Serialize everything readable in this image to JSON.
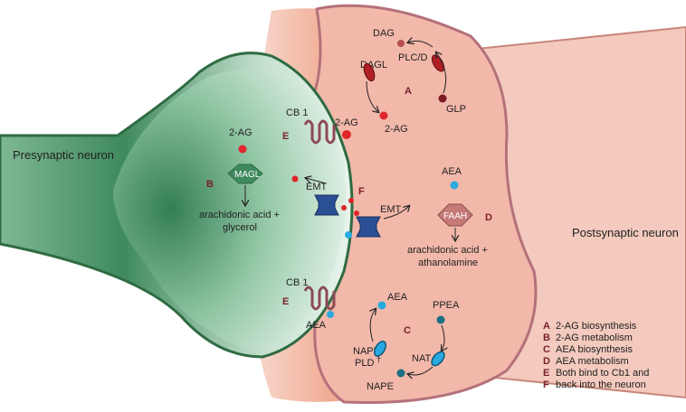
{
  "neurons": {
    "presynaptic": "Presynaptic neuron",
    "postsynaptic": "Postsynaptic neuron"
  },
  "presynaptic": {
    "cb1_top": "CB 1",
    "cb1_bottom": "CB 1",
    "two_ag": "2-AG",
    "magl": "MAGL",
    "magl_products_1": "arachidonic acid +",
    "magl_products_2": "glycerol",
    "emt": "EMT",
    "aea": "AEA",
    "code_b": "B",
    "code_e_top": "E",
    "code_e_bottom": "E"
  },
  "postsynaptic": {
    "dag": "DAG",
    "dagl": "DAGL",
    "plcd": "PLC/D",
    "glp": "GLP",
    "two_ag": "2-AG",
    "code_a": "A",
    "aea_top": "AEA",
    "faah": "FAAH",
    "faah_products_1": "arachidonic acid +",
    "faah_products_2": "athanolamine",
    "code_d": "D",
    "emt": "EMT",
    "code_f": "F",
    "aea_bottom": "AEA",
    "ppea": "PPEA",
    "code_c": "C",
    "nape_pld_1": "NAPE-",
    "nape_pld_2": "PLD",
    "dagger": "†",
    "nat": "NAT",
    "nape": "NAPE",
    "cb1_two_ag": "2-AG"
  },
  "legend": [
    {
      "code": "A",
      "text": "2-AG biosynthesis"
    },
    {
      "code": "B",
      "text": "2-AG metabolism"
    },
    {
      "code": "C",
      "text": "AEA biosynthesis"
    },
    {
      "code": "D",
      "text": "AEA metabolism"
    },
    {
      "code": "E",
      "text": "Both bind to Cb1 and"
    },
    {
      "code": "F",
      "text": "back into the neuron"
    }
  ],
  "colors": {
    "pre_fill": "#5aa37c",
    "post_fill": "#f0b3a6",
    "post_outline": "#b86b6b",
    "pre_outline": "#2f6b42",
    "red_dot": "#e0262b",
    "blue_dot": "#29a9df",
    "teal_dot": "#1e6f80",
    "receptor": "#8c4a55",
    "transporter": "#2b4f95",
    "enzyme_red": "#b01e24",
    "code": "#7a1f2b"
  }
}
